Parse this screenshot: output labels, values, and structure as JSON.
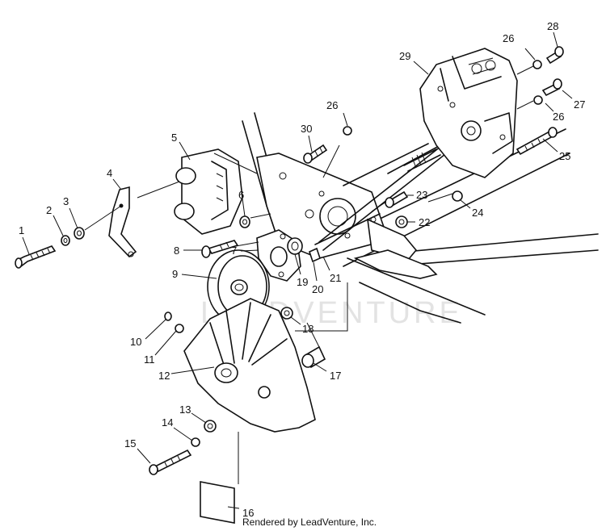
{
  "diagram": {
    "watermark": "LEADVENTURE",
    "footer": "Rendered by LeadVenture, Inc.",
    "callouts": [
      "1",
      "2",
      "3",
      "4",
      "5",
      "6",
      "7",
      "8",
      "9",
      "10",
      "11",
      "12",
      "13",
      "14",
      "15",
      "16",
      "17",
      "18",
      "19",
      "20",
      "21",
      "22",
      "23",
      "24",
      "25",
      "26",
      "26",
      "26",
      "27",
      "28",
      "29",
      "30"
    ]
  }
}
